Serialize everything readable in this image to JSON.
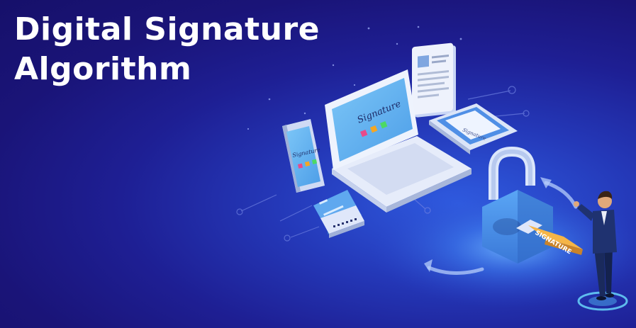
{
  "title": {
    "line1": "Digital Signature",
    "line2": "Algorithm"
  },
  "illustration": {
    "laptop_signature": "Signature",
    "phone_signature": "Signature",
    "usb_key_label": "SIGNATURE",
    "tablet_signature": "Signature"
  },
  "colors": {
    "background": "#1a1478",
    "glow": "#2f5be0",
    "device_frame": "#e8eefc",
    "screen": "#5fb0f0",
    "padlock": "#4a8ee8",
    "usb_key": "#f0a030"
  },
  "icons": [
    "laptop-icon",
    "smartphone-icon",
    "tablet-icon",
    "document-icon",
    "credit-card-icon",
    "padlock-icon",
    "usb-key-icon",
    "businessman-icon",
    "refresh-arrows-icon"
  ]
}
